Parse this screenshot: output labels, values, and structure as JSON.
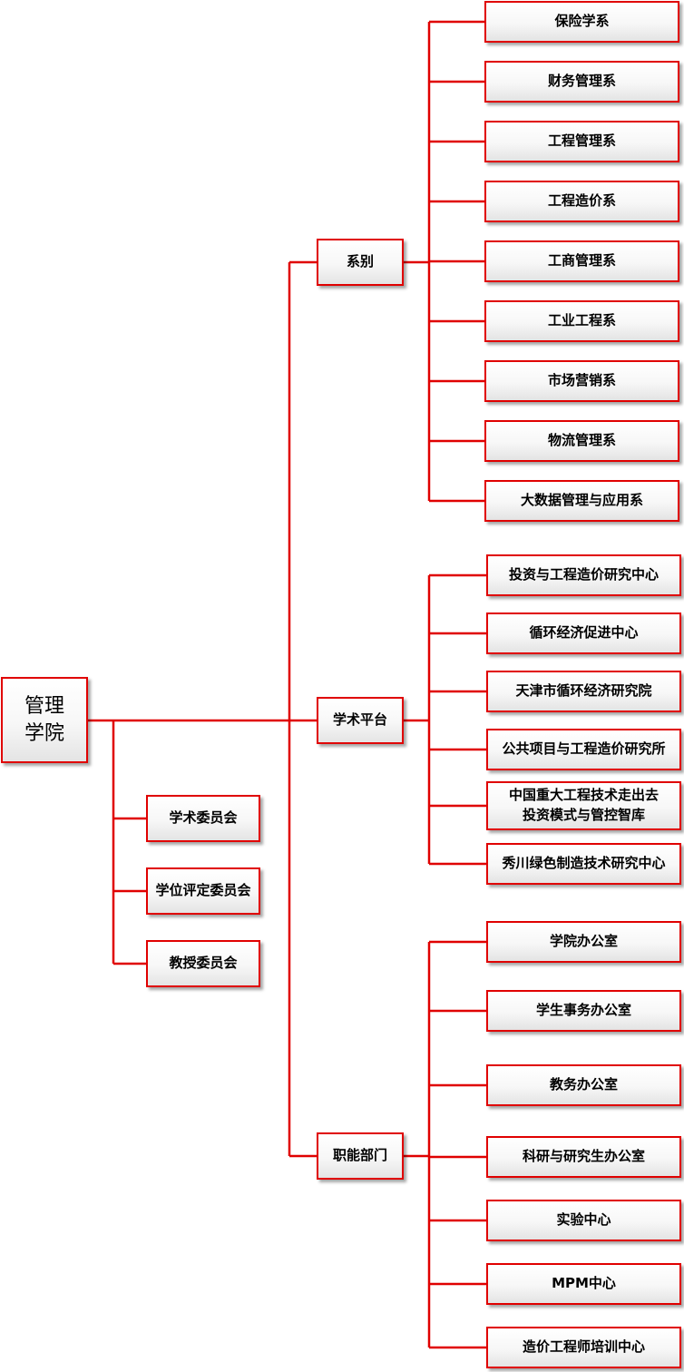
{
  "colors": {
    "line": "#e00000",
    "border": "#e00000"
  },
  "root": {
    "label": "管理\n学院"
  },
  "committees": [
    "学术委员会",
    "学位评定委员会",
    "教授委员会"
  ],
  "branches": [
    {
      "label": "系别",
      "children": [
        "保险学系",
        "财务管理系",
        "工程管理系",
        "工程造价系",
        "工商管理系",
        "工业工程系",
        "市场营销系",
        "物流管理系",
        "大数据管理与应用系"
      ]
    },
    {
      "label": "学术平台",
      "children": [
        "投资与工程造价研究中心",
        "循环经济促进中心",
        "天津市循环经济研究院",
        "公共项目与工程造价研究所",
        "中国重大工程技术走出去\n投资模式与管控智库",
        "秀川绿色制造技术研究中心"
      ]
    },
    {
      "label": "职能部门",
      "children": [
        "学院办公室",
        "学生事务办公室",
        "教务办公室",
        "科研与研究生办公室",
        "实验中心",
        "MPM中心",
        "造价工程师培训中心"
      ]
    }
  ]
}
